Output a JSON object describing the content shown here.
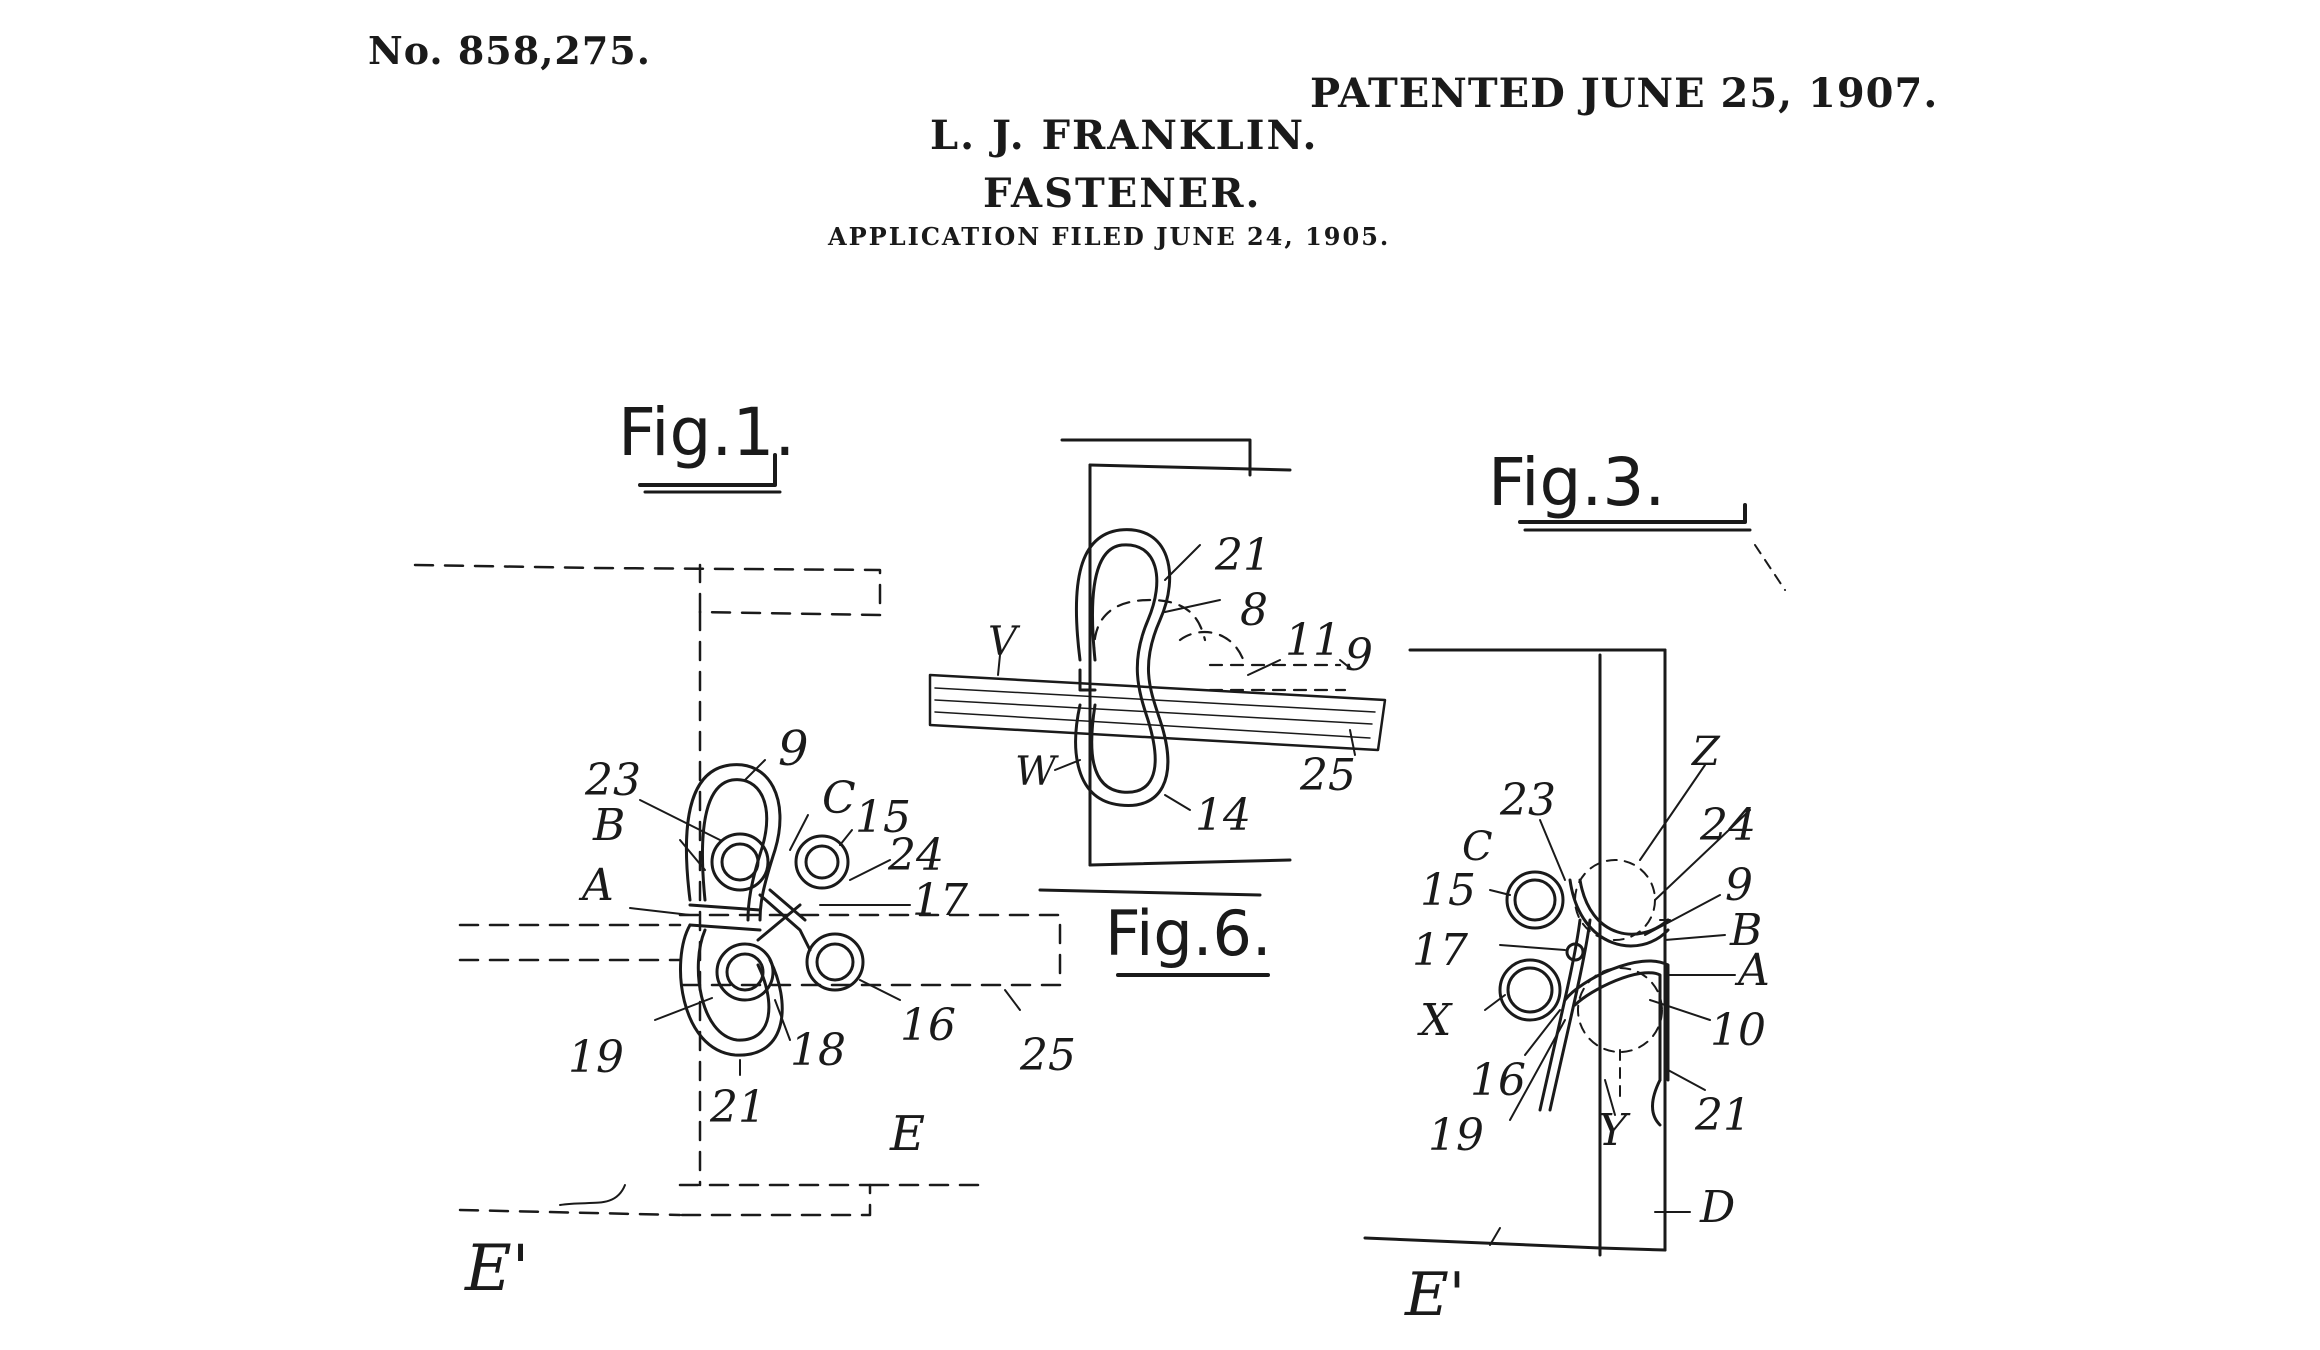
{
  "header": {
    "patent_number": "No. 858,275.",
    "patented": "PATENTED JUNE 25, 1907.",
    "inventor": "L. J. FRANKLIN.",
    "title": "FASTENER.",
    "application": "APPLICATION FILED JUNE 24, 1905."
  },
  "figures": {
    "fig1": {
      "title": "Fig.1.",
      "labels": [
        "23",
        "9",
        "B",
        "C",
        "15",
        "24",
        "A",
        "17",
        "19",
        "18",
        "16",
        "25",
        "21",
        "E",
        "E'"
      ]
    },
    "fig6": {
      "title": "Fig.6.",
      "labels": [
        "21",
        "8",
        "11",
        "9",
        "V",
        "W",
        "14",
        "25"
      ]
    },
    "fig3": {
      "title": "Fig.3.",
      "labels": [
        "23",
        "Z",
        "24",
        "C",
        "15",
        "9",
        "B",
        "17",
        "A",
        "X",
        "10",
        "16",
        "19",
        "Y",
        "21",
        "D",
        "E'"
      ]
    }
  }
}
